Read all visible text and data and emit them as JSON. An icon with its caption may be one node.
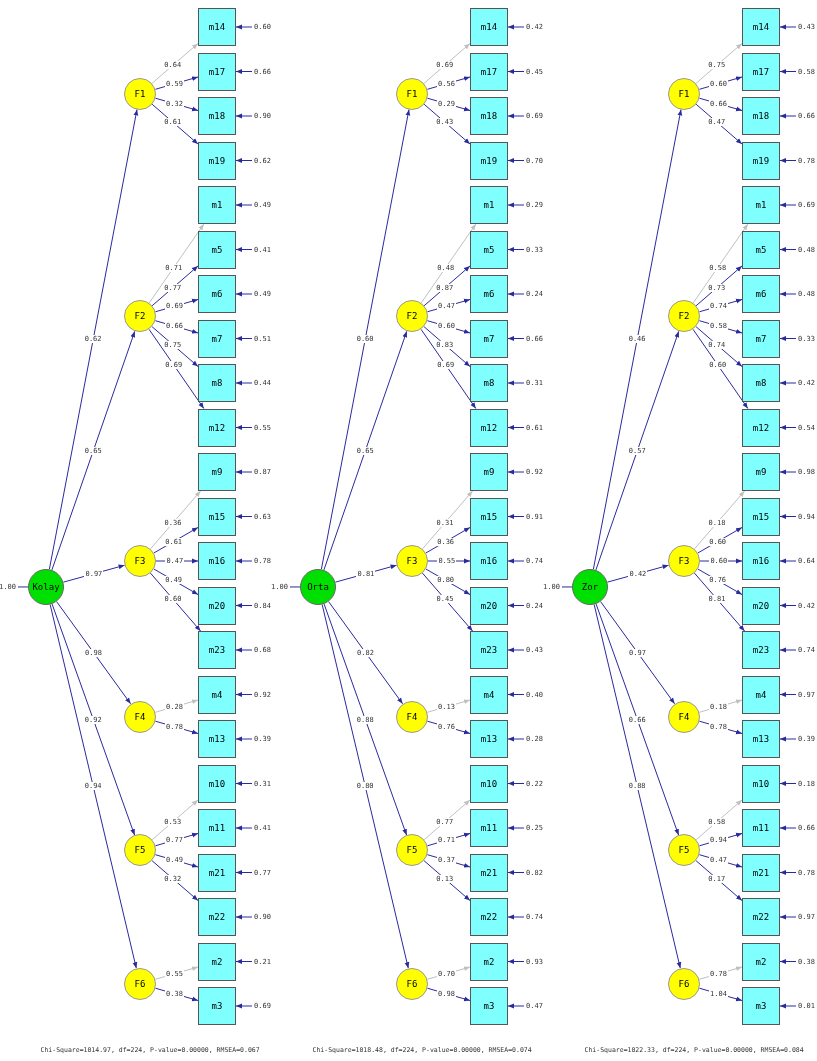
{
  "diagram": {
    "nodes": [
      {
        "text": [
          "Kolay"
        ]
      },
      {
        "text": [
          "F1"
        ]
      },
      {
        "text": [
          "m14"
        ]
      },
      {
        "text": [
          "m17"
        ]
      },
      {
        "text": [
          "m18"
        ]
      },
      {
        "text": [
          "m19"
        ]
      },
      {
        "text": [
          "F2"
        ]
      },
      {
        "text": [
          "m1"
        ]
      },
      {
        "text": [
          "m5"
        ]
      },
      {
        "text": [
          "m6"
        ]
      },
      {
        "text": [
          "m7"
        ]
      },
      {
        "text": [
          "m8"
        ]
      },
      {
        "text": [
          "m12"
        ]
      },
      {
        "text": [
          "F3"
        ]
      },
      {
        "text": [
          "m9"
        ]
      },
      {
        "text": [
          "m15"
        ]
      },
      {
        "text": [
          "m16"
        ]
      },
      {
        "text": [
          "m20"
        ]
      },
      {
        "text": [
          "m23"
        ]
      },
      {
        "text": [
          "F4"
        ]
      },
      {
        "text": [
          "m4"
        ]
      },
      {
        "text": [
          "m13"
        ]
      },
      {
        "text": [
          "F5"
        ]
      },
      {
        "text": [
          "m10"
        ]
      },
      {
        "text": [
          "m11"
        ]
      },
      {
        "text": [
          "m21"
        ]
      },
      {
        "text": [
          "m22"
        ]
      },
      {
        "text": [
          "F6"
        ]
      },
      {
        "text": [
          "m2"
        ]
      },
      {
        "text": [
          "m3"
        ]
      },
      {
        "text": [
          "Orta"
        ]
      },
      {
        "text": [
          "F1"
        ]
      },
      {
        "text": [
          "m14"
        ]
      },
      {
        "text": [
          "m17"
        ]
      },
      {
        "text": [
          "m18"
        ]
      },
      {
        "text": [
          "m19"
        ]
      },
      {
        "text": [
          "F2"
        ]
      },
      {
        "text": [
          "m1"
        ]
      },
      {
        "text": [
          "m5"
        ]
      },
      {
        "text": [
          "m6"
        ]
      },
      {
        "text": [
          "m7"
        ]
      },
      {
        "text": [
          "m8"
        ]
      },
      {
        "text": [
          "m12"
        ]
      },
      {
        "text": [
          "F3"
        ]
      },
      {
        "text": [
          "m9"
        ]
      },
      {
        "text": [
          "m15"
        ]
      },
      {
        "text": [
          "m16"
        ]
      },
      {
        "text": [
          "m20"
        ]
      },
      {
        "text": [
          "m23"
        ]
      },
      {
        "text": [
          "F4"
        ]
      },
      {
        "text": [
          "m4"
        ]
      },
      {
        "text": [
          "m13"
        ]
      },
      {
        "text": [
          "F5"
        ]
      },
      {
        "text": [
          "m10"
        ]
      },
      {
        "text": [
          "m11"
        ]
      },
      {
        "text": [
          "m21"
        ]
      },
      {
        "text": [
          "m22"
        ]
      },
      {
        "text": [
          "F6"
        ]
      },
      {
        "text": [
          "m2"
        ]
      },
      {
        "text": [
          "m3"
        ]
      },
      {
        "text": [
          "Zor"
        ]
      },
      {
        "text": [
          "F1"
        ]
      },
      {
        "text": [
          "m14"
        ]
      },
      {
        "text": [
          "m17"
        ]
      },
      {
        "text": [
          "m18"
        ]
      },
      {
        "text": [
          "m19"
        ]
      },
      {
        "text": [
          "F2"
        ]
      },
      {
        "text": [
          "m1"
        ]
      },
      {
        "text": [
          "m5"
        ]
      },
      {
        "text": [
          "m6"
        ]
      },
      {
        "text": [
          "m7"
        ]
      },
      {
        "text": [
          "m8"
        ]
      },
      {
        "text": [
          "m12"
        ]
      },
      {
        "text": [
          "F3"
        ]
      },
      {
        "text": [
          "m9"
        ]
      },
      {
        "text": [
          "m15"
        ]
      },
      {
        "text": [
          "m16"
        ]
      },
      {
        "text": [
          "m20"
        ]
      },
      {
        "text": [
          "m23"
        ]
      },
      {
        "text": [
          "F4"
        ]
      },
      {
        "text": [
          "m4"
        ]
      },
      {
        "text": [
          "m13"
        ]
      },
      {
        "text": [
          "F5"
        ]
      },
      {
        "text": [
          "m10"
        ]
      },
      {
        "text": [
          "m11"
        ]
      },
      {
        "text": [
          "m21"
        ]
      },
      {
        "text": [
          "m22"
        ]
      },
      {
        "text": [
          "F6"
        ]
      },
      {
        "text": [
          "m2"
        ]
      },
      {
        "text": [
          "m3"
        ]
      }
    ],
    "edges": [
      {
        "from": null,
        "to": 0,
        "arrow": "none",
        "label": "1.00"
      },
      {
        "from": 0,
        "to": 1,
        "arrow": "to",
        "label": "0.62"
      },
      {
        "from": 1,
        "to": 2,
        "arrow": "to",
        "label": "0.64",
        "color": "#c0c0c0"
      },
      {
        "from": 1,
        "to": 3,
        "arrow": "to",
        "label": "0.59"
      },
      {
        "from": 1,
        "to": 4,
        "arrow": "to",
        "label": "0.32"
      },
      {
        "from": 1,
        "to": 5,
        "arrow": "to",
        "label": "0.61"
      },
      {
        "from": null,
        "to": 2,
        "arrow": "to",
        "label": "0.60"
      },
      {
        "from": null,
        "to": 3,
        "arrow": "to",
        "label": "0.66"
      },
      {
        "from": null,
        "to": 4,
        "arrow": "to",
        "label": "0.90"
      },
      {
        "from": null,
        "to": 5,
        "arrow": "to",
        "label": "0.62"
      },
      {
        "from": 0,
        "to": 6,
        "arrow": "to",
        "label": "0.65"
      },
      {
        "from": 6,
        "to": 7,
        "arrow": "to",
        "label": "0.71",
        "color": "#c0c0c0"
      },
      {
        "from": 6,
        "to": 8,
        "arrow": "to",
        "label": "0.77"
      },
      {
        "from": 6,
        "to": 9,
        "arrow": "to",
        "label": "0.69"
      },
      {
        "from": 6,
        "to": 10,
        "arrow": "to",
        "label": "0.66"
      },
      {
        "from": 6,
        "to": 11,
        "arrow": "to",
        "label": "0.75"
      },
      {
        "from": 6,
        "to": 12,
        "arrow": "to",
        "label": "0.69"
      },
      {
        "from": null,
        "to": 7,
        "arrow": "to",
        "label": "0.49"
      },
      {
        "from": null,
        "to": 8,
        "arrow": "to",
        "label": "0.41"
      },
      {
        "from": null,
        "to": 9,
        "arrow": "to",
        "label": "0.49"
      },
      {
        "from": null,
        "to": 10,
        "arrow": "to",
        "label": "0.51"
      },
      {
        "from": null,
        "to": 11,
        "arrow": "to",
        "label": "0.44"
      },
      {
        "from": null,
        "to": 12,
        "arrow": "to",
        "label": "0.55"
      },
      {
        "from": 0,
        "to": 13,
        "arrow": "to",
        "label": "0.97"
      },
      {
        "from": 13,
        "to": 14,
        "arrow": "to",
        "label": "0.36",
        "color": "#c0c0c0"
      },
      {
        "from": 13,
        "to": 15,
        "arrow": "to",
        "label": "0.61"
      },
      {
        "from": 13,
        "to": 16,
        "arrow": "to",
        "label": "0.47"
      },
      {
        "from": 13,
        "to": 17,
        "arrow": "to",
        "label": "0.49"
      },
      {
        "from": 13,
        "to": 18,
        "arrow": "to",
        "label": "0.60"
      },
      {
        "from": null,
        "to": 14,
        "arrow": "to",
        "label": "0.87"
      },
      {
        "from": null,
        "to": 15,
        "arrow": "to",
        "label": "0.63"
      },
      {
        "from": null,
        "to": 16,
        "arrow": "to",
        "label": "0.78"
      },
      {
        "from": null,
        "to": 17,
        "arrow": "to",
        "label": "0.84"
      },
      {
        "from": null,
        "to": 18,
        "arrow": "to",
        "label": "0.68"
      },
      {
        "from": 0,
        "to": 19,
        "arrow": "to",
        "label": "0.98"
      },
      {
        "from": 19,
        "to": 20,
        "arrow": "to",
        "label": "0.28",
        "color": "#c0c0c0"
      },
      {
        "from": 19,
        "to": 21,
        "arrow": "to",
        "label": "0.78"
      },
      {
        "from": null,
        "to": 20,
        "arrow": "to",
        "label": "0.92"
      },
      {
        "from": null,
        "to": 21,
        "arrow": "to",
        "label": "0.39"
      },
      {
        "from": 0,
        "to": 22,
        "arrow": "to",
        "label": "0.92"
      },
      {
        "from": 22,
        "to": 23,
        "arrow": "to",
        "label": "0.53",
        "color": "#c0c0c0"
      },
      {
        "from": 22,
        "to": 24,
        "arrow": "to",
        "label": "0.77"
      },
      {
        "from": 22,
        "to": 25,
        "arrow": "to",
        "label": "0.49"
      },
      {
        "from": 22,
        "to": 26,
        "arrow": "to",
        "label": "0.32"
      },
      {
        "from": null,
        "to": 23,
        "arrow": "to",
        "label": "0.31"
      },
      {
        "from": null,
        "to": 24,
        "arrow": "to",
        "label": "0.41"
      },
      {
        "from": null,
        "to": 25,
        "arrow": "to",
        "label": "0.77"
      },
      {
        "from": null,
        "to": 26,
        "arrow": "to",
        "label": "0.90"
      },
      {
        "from": 0,
        "to": 27,
        "arrow": "to",
        "label": "0.94"
      },
      {
        "from": 27,
        "to": 28,
        "arrow": "to",
        "label": "0.55",
        "color": "#c0c0c0"
      },
      {
        "from": 27,
        "to": 29,
        "arrow": "to",
        "label": "0.38"
      },
      {
        "from": null,
        "to": 28,
        "arrow": "to",
        "label": "0.21"
      },
      {
        "from": null,
        "to": 29,
        "arrow": "to",
        "label": "0.69"
      },
      {
        "from": null,
        "to": 30,
        "arrow": "none",
        "label": "1.00"
      },
      {
        "from": 30,
        "to": 31,
        "arrow": "to",
        "label": "0.60"
      },
      {
        "from": 31,
        "to": 32,
        "arrow": "to",
        "label": "0.69",
        "color": "#c0c0c0"
      },
      {
        "from": 31,
        "to": 33,
        "arrow": "to",
        "label": "0.56"
      },
      {
        "from": 31,
        "to": 34,
        "arrow": "to",
        "label": "0.29"
      },
      {
        "from": 31,
        "to": 35,
        "arrow": "to",
        "label": "0.43"
      },
      {
        "from": null,
        "to": 32,
        "arrow": "to",
        "label": "0.42"
      },
      {
        "from": null,
        "to": 33,
        "arrow": "to",
        "label": "0.45"
      },
      {
        "from": null,
        "to": 34,
        "arrow": "to",
        "label": "0.69"
      },
      {
        "from": null,
        "to": 35,
        "arrow": "to",
        "label": "0.70"
      },
      {
        "from": 30,
        "to": 36,
        "arrow": "to",
        "label": "0.65"
      },
      {
        "from": 36,
        "to": 37,
        "arrow": "to",
        "label": "0.48",
        "color": "#c0c0c0"
      },
      {
        "from": 36,
        "to": 38,
        "arrow": "to",
        "label": "0.87"
      },
      {
        "from": 36,
        "to": 39,
        "arrow": "to",
        "label": "0.47"
      },
      {
        "from": 36,
        "to": 40,
        "arrow": "to",
        "label": "0.60"
      },
      {
        "from": 36,
        "to": 41,
        "arrow": "to",
        "label": "0.83"
      },
      {
        "from": 36,
        "to": 42,
        "arrow": "to",
        "label": "0.69"
      },
      {
        "from": null,
        "to": 37,
        "arrow": "to",
        "label": "0.29"
      },
      {
        "from": null,
        "to": 38,
        "arrow": "to",
        "label": "0.33"
      },
      {
        "from": null,
        "to": 39,
        "arrow": "to",
        "label": "0.24"
      },
      {
        "from": null,
        "to": 40,
        "arrow": "to",
        "label": "0.66"
      },
      {
        "from": null,
        "to": 41,
        "arrow": "to",
        "label": "0.31"
      },
      {
        "from": null,
        "to": 42,
        "arrow": "to",
        "label": "0.61"
      },
      {
        "from": 30,
        "to": 43,
        "arrow": "to",
        "label": "0.81"
      },
      {
        "from": 43,
        "to": 44,
        "arrow": "to",
        "label": "0.31",
        "color": "#c0c0c0"
      },
      {
        "from": 43,
        "to": 45,
        "arrow": "to",
        "label": "0.36"
      },
      {
        "from": 43,
        "to": 46,
        "arrow": "to",
        "label": "0.55"
      },
      {
        "from": 43,
        "to": 47,
        "arrow": "to",
        "label": "0.80"
      },
      {
        "from": 43,
        "to": 48,
        "arrow": "to",
        "label": "0.45"
      },
      {
        "from": null,
        "to": 44,
        "arrow": "to",
        "label": "0.92"
      },
      {
        "from": null,
        "to": 45,
        "arrow": "to",
        "label": "0.91"
      },
      {
        "from": null,
        "to": 46,
        "arrow": "to",
        "label": "0.74"
      },
      {
        "from": null,
        "to": 47,
        "arrow": "to",
        "label": "0.24"
      },
      {
        "from": null,
        "to": 48,
        "arrow": "to",
        "label": "0.43"
      },
      {
        "from": 30,
        "to": 49,
        "arrow": "to",
        "label": "0.82"
      },
      {
        "from": 49,
        "to": 50,
        "arrow": "to",
        "label": "0.13",
        "color": "#c0c0c0"
      },
      {
        "from": 49,
        "to": 51,
        "arrow": "to",
        "label": "0.76"
      },
      {
        "from": null,
        "to": 50,
        "arrow": "to",
        "label": "0.40"
      },
      {
        "from": null,
        "to": 51,
        "arrow": "to",
        "label": "0.28"
      },
      {
        "from": 30,
        "to": 52,
        "arrow": "to",
        "label": "0.88"
      },
      {
        "from": 52,
        "to": 53,
        "arrow": "to",
        "label": "0.77",
        "color": "#c0c0c0"
      },
      {
        "from": 52,
        "to": 54,
        "arrow": "to",
        "label": "0.71"
      },
      {
        "from": 52,
        "to": 55,
        "arrow": "to",
        "label": "0.37"
      },
      {
        "from": 52,
        "to": 56,
        "arrow": "to",
        "label": "0.13"
      },
      {
        "from": null,
        "to": 53,
        "arrow": "to",
        "label": "0.22"
      },
      {
        "from": null,
        "to": 54,
        "arrow": "to",
        "label": "0.25"
      },
      {
        "from": null,
        "to": 55,
        "arrow": "to",
        "label": "0.82"
      },
      {
        "from": null,
        "to": 56,
        "arrow": "to",
        "label": "0.74"
      },
      {
        "from": 30,
        "to": 57,
        "arrow": "to",
        "label": "0.80"
      },
      {
        "from": 57,
        "to": 58,
        "arrow": "to",
        "label": "0.70",
        "color": "#c0c0c0"
      },
      {
        "from": 57,
        "to": 59,
        "arrow": "to",
        "label": "0.98"
      },
      {
        "from": null,
        "to": 58,
        "arrow": "to",
        "label": "0.93"
      },
      {
        "from": null,
        "to": 59,
        "arrow": "to",
        "label": "0.47"
      },
      {
        "from": null,
        "to": 60,
        "arrow": "none",
        "label": "1.00"
      },
      {
        "from": 60,
        "to": 61,
        "arrow": "to",
        "label": "0.46"
      },
      {
        "from": 61,
        "to": 62,
        "arrow": "to",
        "label": "0.75",
        "color": "#c0c0c0"
      },
      {
        "from": 61,
        "to": 63,
        "arrow": "to",
        "label": "0.60"
      },
      {
        "from": 61,
        "to": 64,
        "arrow": "to",
        "label": "0.66"
      },
      {
        "from": 61,
        "to": 65,
        "arrow": "to",
        "label": "0.47"
      },
      {
        "from": null,
        "to": 62,
        "arrow": "to",
        "label": "0.43"
      },
      {
        "from": null,
        "to": 63,
        "arrow": "to",
        "label": "0.58"
      },
      {
        "from": null,
        "to": 64,
        "arrow": "to",
        "label": "0.66"
      },
      {
        "from": null,
        "to": 65,
        "arrow": "to",
        "label": "0.78"
      },
      {
        "from": 60,
        "to": 66,
        "arrow": "to",
        "label": "0.57"
      },
      {
        "from": 66,
        "to": 67,
        "arrow": "to",
        "label": "0.58",
        "color": "#c0c0c0"
      },
      {
        "from": 66,
        "to": 68,
        "arrow": "to",
        "label": "0.73"
      },
      {
        "from": 66,
        "to": 69,
        "arrow": "to",
        "label": "0.74"
      },
      {
        "from": 66,
        "to": 70,
        "arrow": "to",
        "label": "0.58"
      },
      {
        "from": 66,
        "to": 71,
        "arrow": "to",
        "label": "0.74"
      },
      {
        "from": 66,
        "to": 72,
        "arrow": "to",
        "label": "0.60"
      },
      {
        "from": null,
        "to": 67,
        "arrow": "to",
        "label": "0.69"
      },
      {
        "from": null,
        "to": 68,
        "arrow": "to",
        "label": "0.48"
      },
      {
        "from": null,
        "to": 69,
        "arrow": "to",
        "label": "0.48"
      },
      {
        "from": null,
        "to": 70,
        "arrow": "to",
        "label": "0.33"
      },
      {
        "from": null,
        "to": 71,
        "arrow": "to",
        "label": "0.42"
      },
      {
        "from": null,
        "to": 72,
        "arrow": "to",
        "label": "0.54"
      },
      {
        "from": 60,
        "to": 73,
        "arrow": "to",
        "label": "0.42"
      },
      {
        "from": 73,
        "to": 74,
        "arrow": "to",
        "label": "0.18",
        "color": "#c0c0c0"
      },
      {
        "from": 73,
        "to": 75,
        "arrow": "to",
        "label": "0.60"
      },
      {
        "from": 73,
        "to": 76,
        "arrow": "to",
        "label": "0.60"
      },
      {
        "from": 73,
        "to": 77,
        "arrow": "to",
        "label": "0.76"
      },
      {
        "from": 73,
        "to": 78,
        "arrow": "to",
        "label": "0.81"
      },
      {
        "from": null,
        "to": 74,
        "arrow": "to",
        "label": "0.98"
      },
      {
        "from": null,
        "to": 75,
        "arrow": "to",
        "label": "0.94"
      },
      {
        "from": null,
        "to": 76,
        "arrow": "to",
        "label": "0.64"
      },
      {
        "from": null,
        "to": 77,
        "arrow": "to",
        "label": "0.42"
      },
      {
        "from": null,
        "to": 78,
        "arrow": "to",
        "label": "0.74"
      },
      {
        "from": 60,
        "to": 79,
        "arrow": "to",
        "label": "0.97"
      },
      {
        "from": 79,
        "to": 80,
        "arrow": "to",
        "label": "0.18",
        "color": "#c0c0c0"
      },
      {
        "from": 79,
        "to": 81,
        "arrow": "to",
        "label": "0.78"
      },
      {
        "from": null,
        "to": 80,
        "arrow": "to",
        "label": "0.97"
      },
      {
        "from": null,
        "to": 81,
        "arrow": "to",
        "label": "0.39"
      },
      {
        "from": 60,
        "to": 82,
        "arrow": "to",
        "label": "0.66"
      },
      {
        "from": 82,
        "to": 83,
        "arrow": "to",
        "label": "0.58",
        "color": "#c0c0c0"
      },
      {
        "from": 82,
        "to": 84,
        "arrow": "to",
        "label": "0.94"
      },
      {
        "from": 82,
        "to": 85,
        "arrow": "to",
        "label": "0.47"
      },
      {
        "from": 82,
        "to": 86,
        "arrow": "to",
        "label": "0.17"
      },
      {
        "from": null,
        "to": 83,
        "arrow": "to",
        "label": "0.18"
      },
      {
        "from": null,
        "to": 84,
        "arrow": "to",
        "label": "0.66"
      },
      {
        "from": null,
        "to": 85,
        "arrow": "to",
        "label": "0.78"
      },
      {
        "from": null,
        "to": 86,
        "arrow": "to",
        "label": "0.97"
      },
      {
        "from": 60,
        "to": 87,
        "arrow": "to",
        "label": "0.88"
      },
      {
        "from": 87,
        "to": 88,
        "arrow": "to",
        "label": "0.78",
        "color": "#c0c0c0"
      },
      {
        "from": 87,
        "to": 89,
        "arrow": "to",
        "label": "1.04"
      },
      {
        "from": null,
        "to": 88,
        "arrow": "to",
        "label": "0.38"
      },
      {
        "from": null,
        "to": 89,
        "arrow": "to",
        "label": "0.01"
      }
    ],
    "labels": [
      "Chi-Square=1014.97, df=224, P-value=0.00000, RMSEA=0.067",
      "Chi-Square=1018.48, df=224, P-value=0.00000, RMSEA=0.074",
      "Chi-Square=1022.33, df=224, P-value=0.00000, RMSEA=0.084"
    ]
  }
}
